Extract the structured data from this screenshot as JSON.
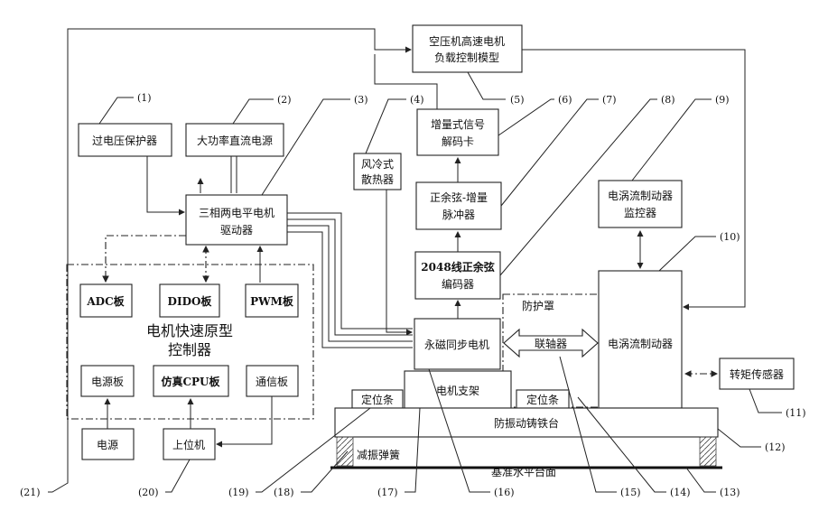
{
  "boxes": {
    "load_model": [
      "空压机高速电机",
      "负载控制模型"
    ],
    "overvoltage": "过电压保护器",
    "dc_power": "大功率直流电源",
    "air_cooler": [
      "风冷式",
      "散热器"
    ],
    "decoder_card": [
      "增量式信号",
      "解码卡"
    ],
    "sincos_pulse": [
      "正余弦-增量",
      "脉冲器"
    ],
    "eddy_monitor": [
      "电涡流制动器",
      "监控器"
    ],
    "driver": [
      "三相两电平电机",
      "驱动器"
    ],
    "encoder": [
      "2048线正余弦",
      "编码器"
    ],
    "adc": "ADC板",
    "dido": "DIDO板",
    "pwm": "PWM板",
    "controller_title": [
      "电机快速原型",
      "控制器"
    ],
    "power_board": "电源板",
    "cpu_board": "仿真CPU板",
    "comm_board": "通信板",
    "pm_motor": "永磁同步电机",
    "protect_cover": "防护罩",
    "coupling": "联轴器",
    "eddy_brake": "电涡流制动器",
    "torque_sensor": "转矩传感器",
    "motor_bracket": "电机支架",
    "locator_left": "定位条",
    "locator_right": "定位条",
    "cast_iron": "防振动铸铁台",
    "spring": "减振弹簧",
    "base_plane": "基准水平台面",
    "power": "电源",
    "host_pc": "上位机"
  },
  "callouts": [
    "(1)",
    "(2)",
    "(3)",
    "(4)",
    "(5)",
    "(6)",
    "(7)",
    "(8)",
    "(9)",
    "(10)",
    "(11)",
    "(12)",
    "(13)",
    "(14)",
    "(15)",
    "(16)",
    "(17)",
    "(18)",
    "(19)",
    "(20)",
    "(21)"
  ]
}
